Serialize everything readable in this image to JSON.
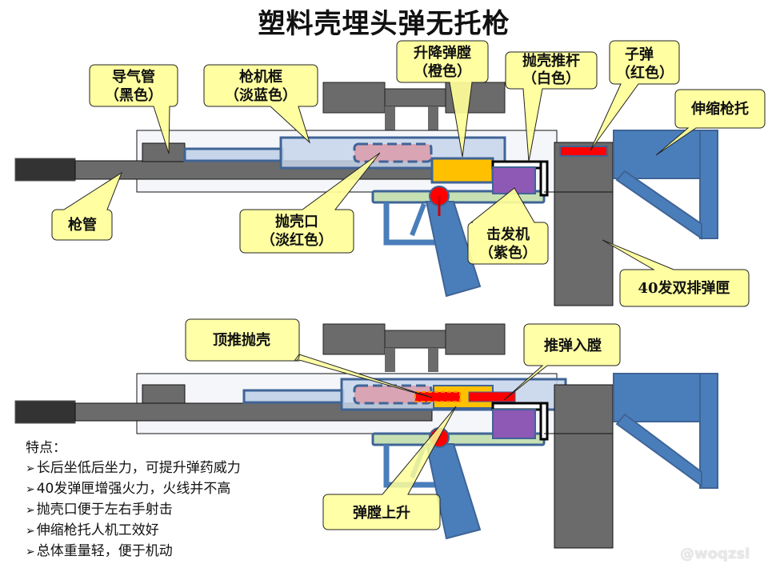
{
  "title": "塑料壳埋头弹无托枪",
  "colors": {
    "gas_tube": "#666666",
    "barrel": "#6b6b6b",
    "muzzle": "#333333",
    "bolt_carrier": "#c6d5ea",
    "bolt_carrier_border": "#3f6496",
    "ejection_port": "#d9a4b4",
    "chamber": "#ffc000",
    "striker": "#8e59b5",
    "ejector_rod": "#ffffff",
    "bullet": "#ff0000",
    "stock": "#4a7ebb",
    "magazine": "#6b6b6b",
    "rail": "#c6e0b4",
    "callout_fill": "#ffff99",
    "receiver": "#f4f6fa"
  },
  "top_diagram": {
    "callouts": {
      "gas_tube": {
        "line1": "导气管",
        "line2": "（黑色）"
      },
      "bolt_carrier": {
        "line1": "枪机框",
        "line2": "（淡蓝色）"
      },
      "lifting_chamber": {
        "line1": "升降弹膛",
        "line2": "（橙色）"
      },
      "ejector_rod": {
        "line1": "抛壳推杆",
        "line2": "（白色）"
      },
      "bullet": {
        "line1": "子弹",
        "line2": "（红色）"
      },
      "telescoping_stock": {
        "line1": "伸缩枪托"
      },
      "barrel": {
        "line1": "枪管"
      },
      "ejection_port": {
        "line1": "抛壳口",
        "line2": "（淡红色）"
      },
      "striker": {
        "line1": "击发机",
        "line2": "（紫色）"
      },
      "magazine": {
        "line1": "40发双排弹匣"
      }
    }
  },
  "bottom_diagram": {
    "callouts": {
      "top_ejection": {
        "line1": "顶推抛壳"
      },
      "chambering": {
        "line1": "推弹入膛"
      },
      "chamber_rise": {
        "line1": "弹膛上升"
      }
    }
  },
  "features": {
    "heading": "特点：",
    "items": [
      "长后坐低后坐力，可提升弹药威力",
      "40发弹匣增强火力，火线并不高",
      "抛壳口便于左右手射击",
      "伸缩枪托人机工效好",
      "总体重量轻，便于机动"
    ]
  },
  "watermark": "@woqzsl"
}
